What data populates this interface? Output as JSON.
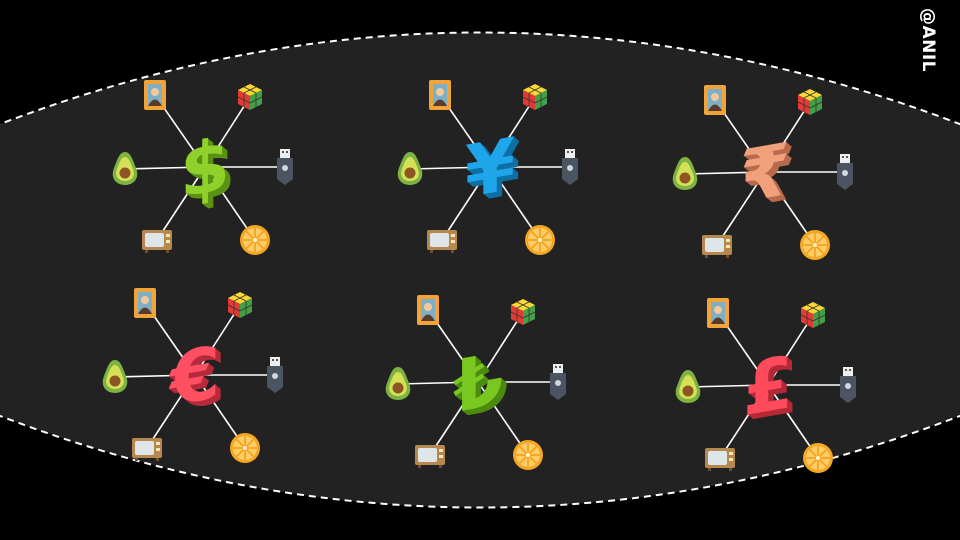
{
  "handle": "@ANIL",
  "colors": {
    "background": "#000000",
    "region_fill": "#222222",
    "region_border": "#ffffff",
    "line": "#ffffff"
  },
  "spoke_icons": [
    "portrait-icon",
    "rubiks-cube-icon",
    "avocado-icon",
    "usb-stick-icon",
    "television-icon",
    "orange-slice-icon"
  ],
  "hubs": [
    {
      "name": "dollar-symbol",
      "symbol": "$",
      "color": "#8fd12a",
      "side": "#5b9215"
    },
    {
      "name": "yen-symbol",
      "symbol": "¥",
      "color": "#1fa6ea",
      "side": "#0f6fa5"
    },
    {
      "name": "rupee-symbol",
      "symbol": "₹",
      "color": "#f0a17c",
      "side": "#b86a4d"
    },
    {
      "name": "euro-symbol",
      "symbol": "€",
      "color": "#ff4f63",
      "side": "#b62a3a"
    },
    {
      "name": "lira-symbol",
      "symbol": "₺",
      "color": "#79c81f",
      "side": "#4c8a10"
    },
    {
      "name": "pound-symbol",
      "symbol": "£",
      "color": "#ff4a5c",
      "side": "#b52937"
    }
  ]
}
